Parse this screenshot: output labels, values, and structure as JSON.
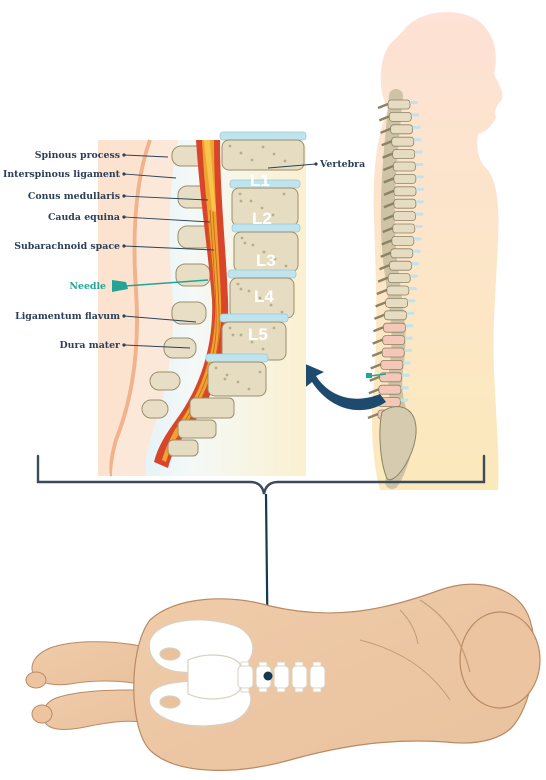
{
  "labels": {
    "spinous_process": "Spinous process",
    "interspinous_ligament": "Interspinous ligament",
    "conus_medullaris": "Conus medullaris",
    "cauda_equina": "Cauda equina",
    "subarachnoid_space": "Subarachnoid space",
    "needle": "Needle",
    "ligamentum_flavum": "Ligamentum flavum",
    "dura_mater": "Dura mater",
    "vertebra": "Vertebra"
  },
  "vertebrae": [
    "L1",
    "L2",
    "L3",
    "L4",
    "L5"
  ],
  "colors": {
    "bone": "#e6dcc2",
    "disc": "#bfe4ee",
    "dura": "#d8452b",
    "cord": "#f0a430",
    "skin": "#f3d2b5",
    "ink": "#2d4058",
    "needle": "#22a596",
    "arrow": "#1d4a6e"
  }
}
